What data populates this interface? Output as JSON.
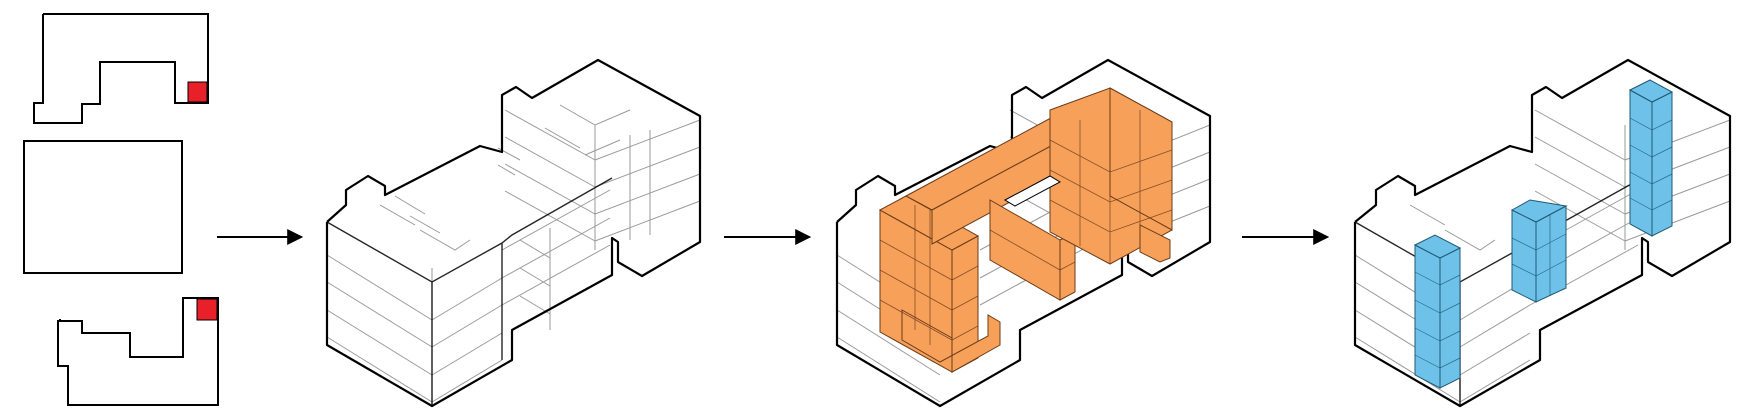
{
  "colors": {
    "outline": "#000000",
    "grid_line": "#999999",
    "highlight_red": "#e8202a",
    "highlight_orange": "#f7a05a",
    "highlight_blue": "#6ec2ea",
    "background": "#ffffff"
  },
  "steps": [
    {
      "label": "",
      "content": "floor-plans"
    },
    {
      "label": "",
      "content": "massing-white"
    },
    {
      "label": "",
      "content": "massing-circulation-highlight"
    },
    {
      "label": "",
      "content": "massing-core-highlight"
    }
  ],
  "icons": {
    "arrow": "arrow-right-icon",
    "red_marker": "red-square-marker"
  }
}
